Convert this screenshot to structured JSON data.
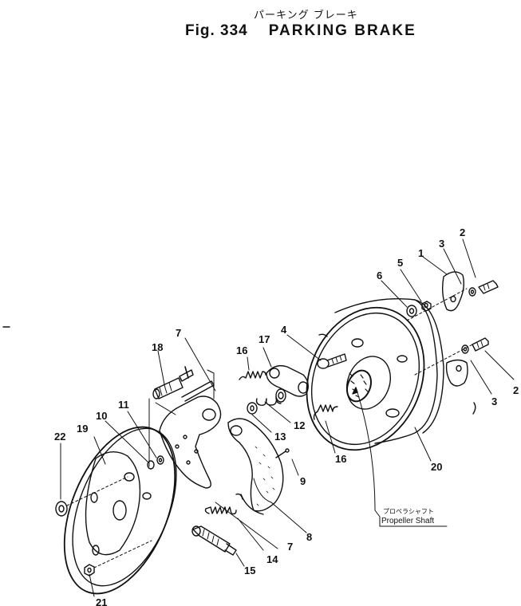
{
  "header": {
    "japanese_title": "パーキング ブレーキ",
    "figure_number": "Fig. 334",
    "title": "PARKING BRAKE"
  },
  "note": {
    "japanese": "プロペラシャフト",
    "english": "Propeller Shaft"
  },
  "callouts": [
    "1",
    "2",
    "3",
    "4",
    "5",
    "6",
    "7",
    "8",
    "9",
    "10",
    "11",
    "12",
    "13",
    "14",
    "15",
    "16",
    "17",
    "18",
    "19",
    "20",
    "21",
    "22"
  ]
}
